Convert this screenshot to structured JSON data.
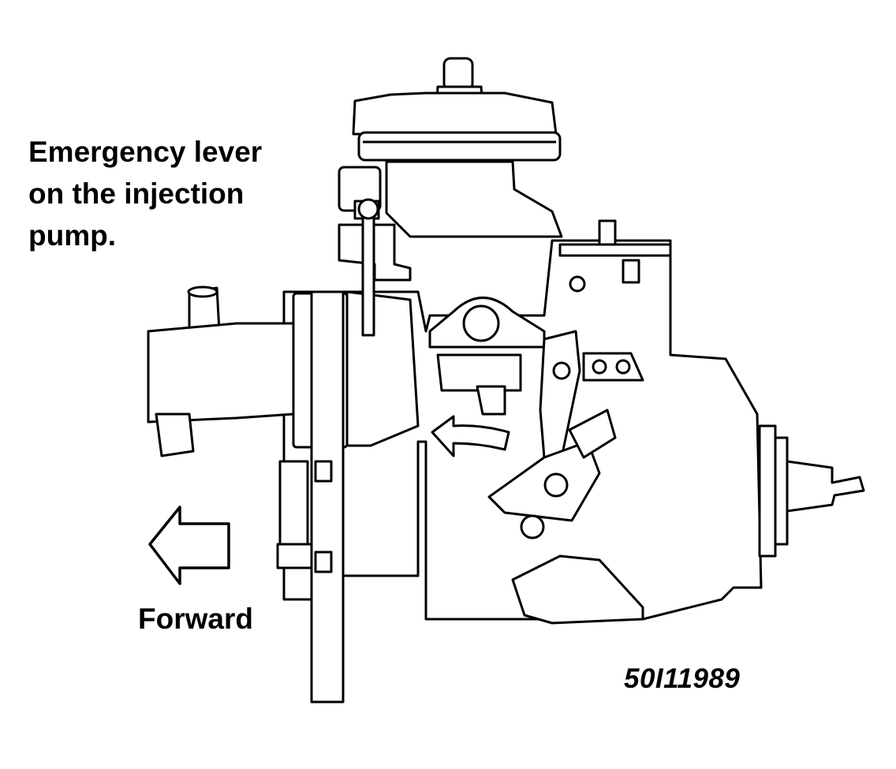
{
  "callout": {
    "line1": "Emergency lever",
    "line2": "on the injection",
    "line3": "pump."
  },
  "direction_label": "Forward",
  "figure_id": "50I11989",
  "colors": {
    "ink": "#000000",
    "paper": "#ffffff"
  },
  "icons": [
    "forward-arrow-icon",
    "rotation-arrow-icon"
  ]
}
